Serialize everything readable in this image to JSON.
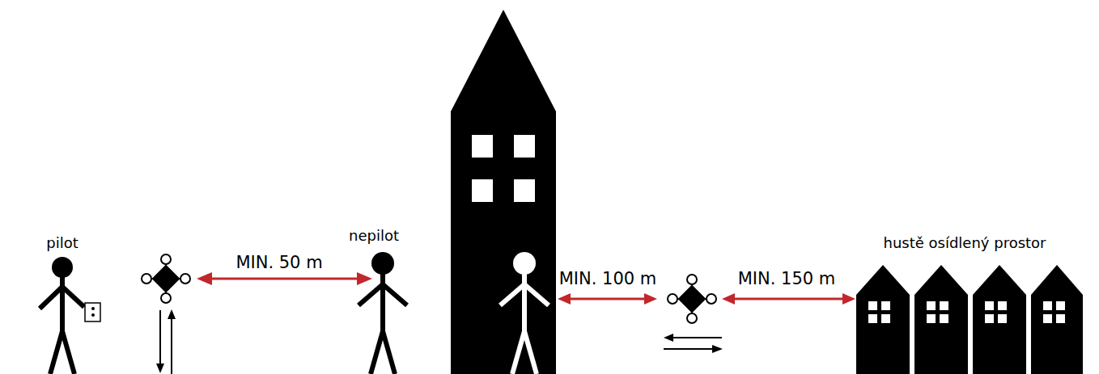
{
  "diagram": {
    "labels": [
      "pilot",
      "MIN. 50 m",
      "nepilot",
      "MIN. 100 m",
      "MIN. 150 m",
      "hustě osídlený prostor"
    ]
  }
}
